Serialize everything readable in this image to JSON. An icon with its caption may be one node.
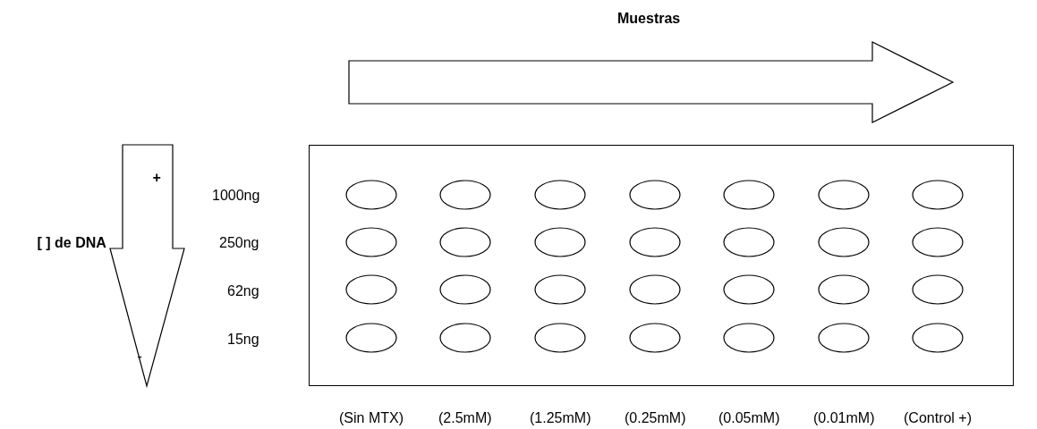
{
  "diagram": {
    "nodes": [
      {
        "text": [],
        "shape": "box"
      },
      {
        "text": [],
        "shape": "ellipse",
        "in": 0
      },
      {
        "text": [],
        "shape": "ellipse",
        "in": 0
      },
      {
        "text": [],
        "shape": "ellipse",
        "in": 0
      },
      {
        "text": [],
        "shape": "ellipse",
        "in": 0
      },
      {
        "text": [],
        "shape": "ellipse",
        "in": 0
      },
      {
        "text": [],
        "shape": "ellipse",
        "in": 0
      },
      {
        "text": [],
        "shape": "ellipse",
        "in": 0
      },
      {
        "text": [],
        "shape": "ellipse",
        "in": 0
      },
      {
        "text": [],
        "shape": "ellipse",
        "in": 0
      },
      {
        "text": [],
        "shape": "ellipse",
        "in": 0
      },
      {
        "text": [],
        "shape": "ellipse",
        "in": 0
      },
      {
        "text": [],
        "shape": "ellipse",
        "in": 0
      },
      {
        "text": [],
        "shape": "ellipse",
        "in": 0
      },
      {
        "text": [],
        "shape": "ellipse",
        "in": 0
      },
      {
        "text": [],
        "shape": "ellipse",
        "in": 0
      },
      {
        "text": [],
        "shape": "ellipse",
        "in": 0
      },
      {
        "text": [],
        "shape": "ellipse",
        "in": 0
      },
      {
        "text": [],
        "shape": "ellipse",
        "in": 0
      },
      {
        "text": [],
        "shape": "ellipse",
        "in": 0
      },
      {
        "text": [],
        "shape": "ellipse",
        "in": 0
      },
      {
        "text": [],
        "shape": "ellipse",
        "in": 0
      },
      {
        "text": [],
        "shape": "ellipse",
        "in": 0
      },
      {
        "text": [],
        "shape": "ellipse",
        "in": 0
      },
      {
        "text": [],
        "shape": "ellipse",
        "in": 0
      },
      {
        "text": [],
        "shape": "ellipse",
        "in": 0
      },
      {
        "text": [],
        "shape": "ellipse",
        "in": 0
      },
      {
        "text": [],
        "shape": "ellipse",
        "in": 0
      },
      {
        "text": [],
        "shape": "ellipse",
        "in": 0
      }
    ],
    "labels": [
      "Muestras",
      "+",
      "1000ng",
      "[ ] de DNA",
      "250ng",
      "62ng",
      "-",
      "15ng",
      "(Sin MTX)",
      "(2.5mM)",
      "(1.25mM)",
      "(0.25mM)",
      "(0.05mM)",
      "(0.01mM)",
      "(Control +)"
    ]
  }
}
